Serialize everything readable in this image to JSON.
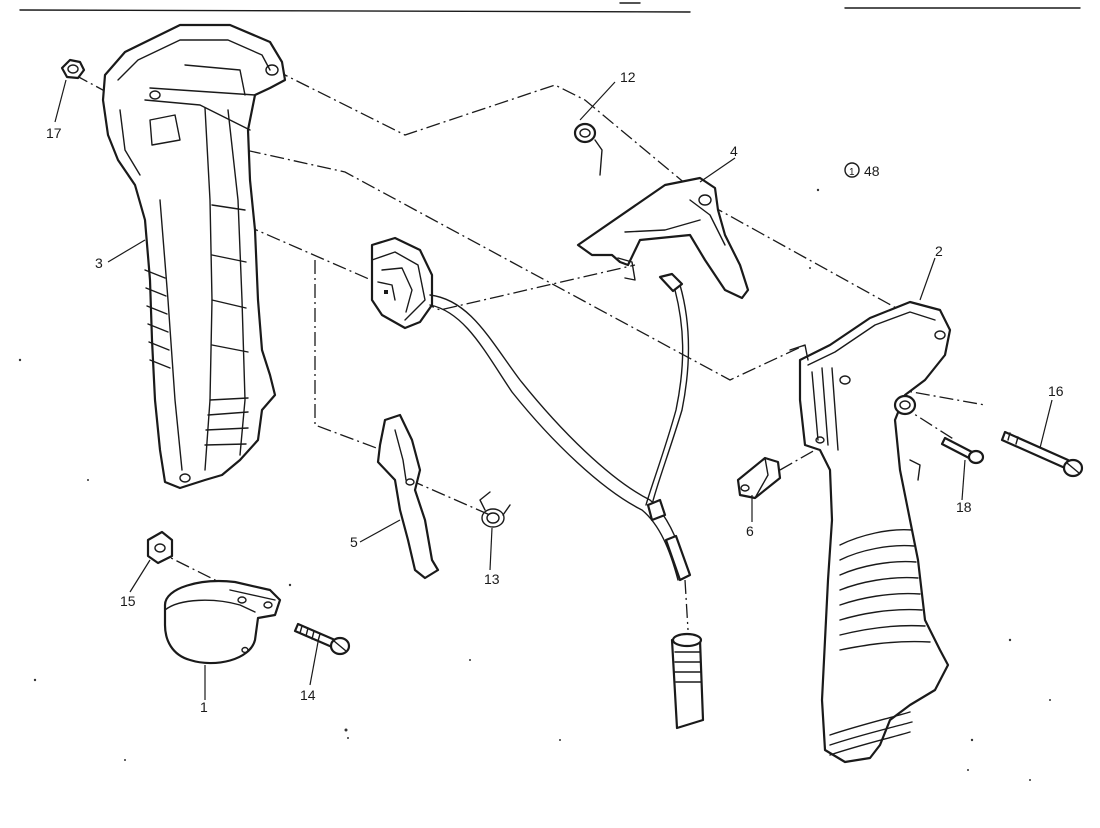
{
  "callouts": {
    "p1": "1",
    "p2": "2",
    "p3": "3",
    "p4": "4",
    "p5": "5",
    "p6": "6",
    "p12": "12",
    "p13": "13",
    "p14": "14",
    "p15": "15",
    "p16": "16",
    "p17": "17",
    "p18": "18",
    "ref48": "48"
  }
}
